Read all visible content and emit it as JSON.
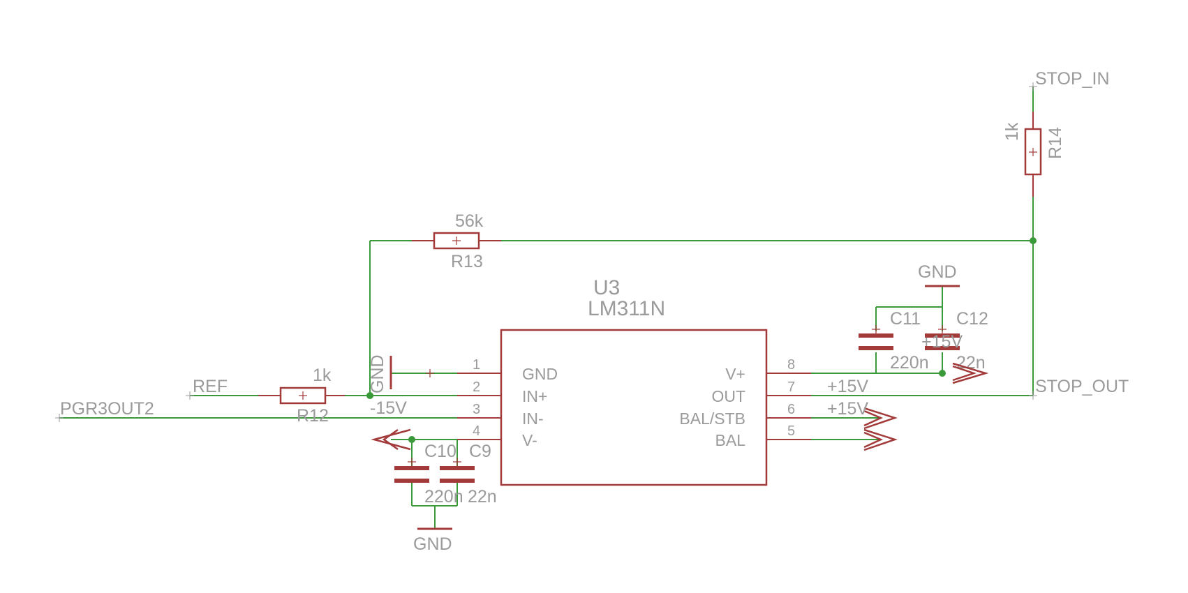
{
  "schematic": {
    "ic": {
      "ref": "U3",
      "value": "LM311N",
      "pins": [
        {
          "num": "1",
          "name": "GND"
        },
        {
          "num": "2",
          "name": "IN+"
        },
        {
          "num": "3",
          "name": "IN-"
        },
        {
          "num": "4",
          "name": "V-"
        },
        {
          "num": "8",
          "name": "V+"
        },
        {
          "num": "7",
          "name": "OUT"
        },
        {
          "num": "6",
          "name": "BAL/STB"
        },
        {
          "num": "5",
          "name": "BAL"
        }
      ]
    },
    "resistors": {
      "r12": {
        "ref": "R12",
        "value": "1k"
      },
      "r13": {
        "ref": "R13",
        "value": "56k"
      },
      "r14": {
        "ref": "R14",
        "value": "1k"
      }
    },
    "capacitors": {
      "c9": {
        "ref": "C9",
        "value": "22n"
      },
      "c10": {
        "ref": "C10",
        "value": "220n"
      },
      "c11": {
        "ref": "C11",
        "value": "220n"
      },
      "c12": {
        "ref": "C12",
        "value": "22n"
      }
    },
    "nets": {
      "stop_in": "STOP_IN",
      "stop_out": "STOP_OUT",
      "ref": "REF",
      "pgr3out2": "PGR3OUT2",
      "gnd_pin1": "GND",
      "gnd_c11c12": "GND",
      "gnd_c9c10": "GND",
      "pos15_c12": "+15V",
      "pos15_out": "+15V",
      "pos15_bal": "+15V",
      "neg15": "-15V"
    }
  }
}
